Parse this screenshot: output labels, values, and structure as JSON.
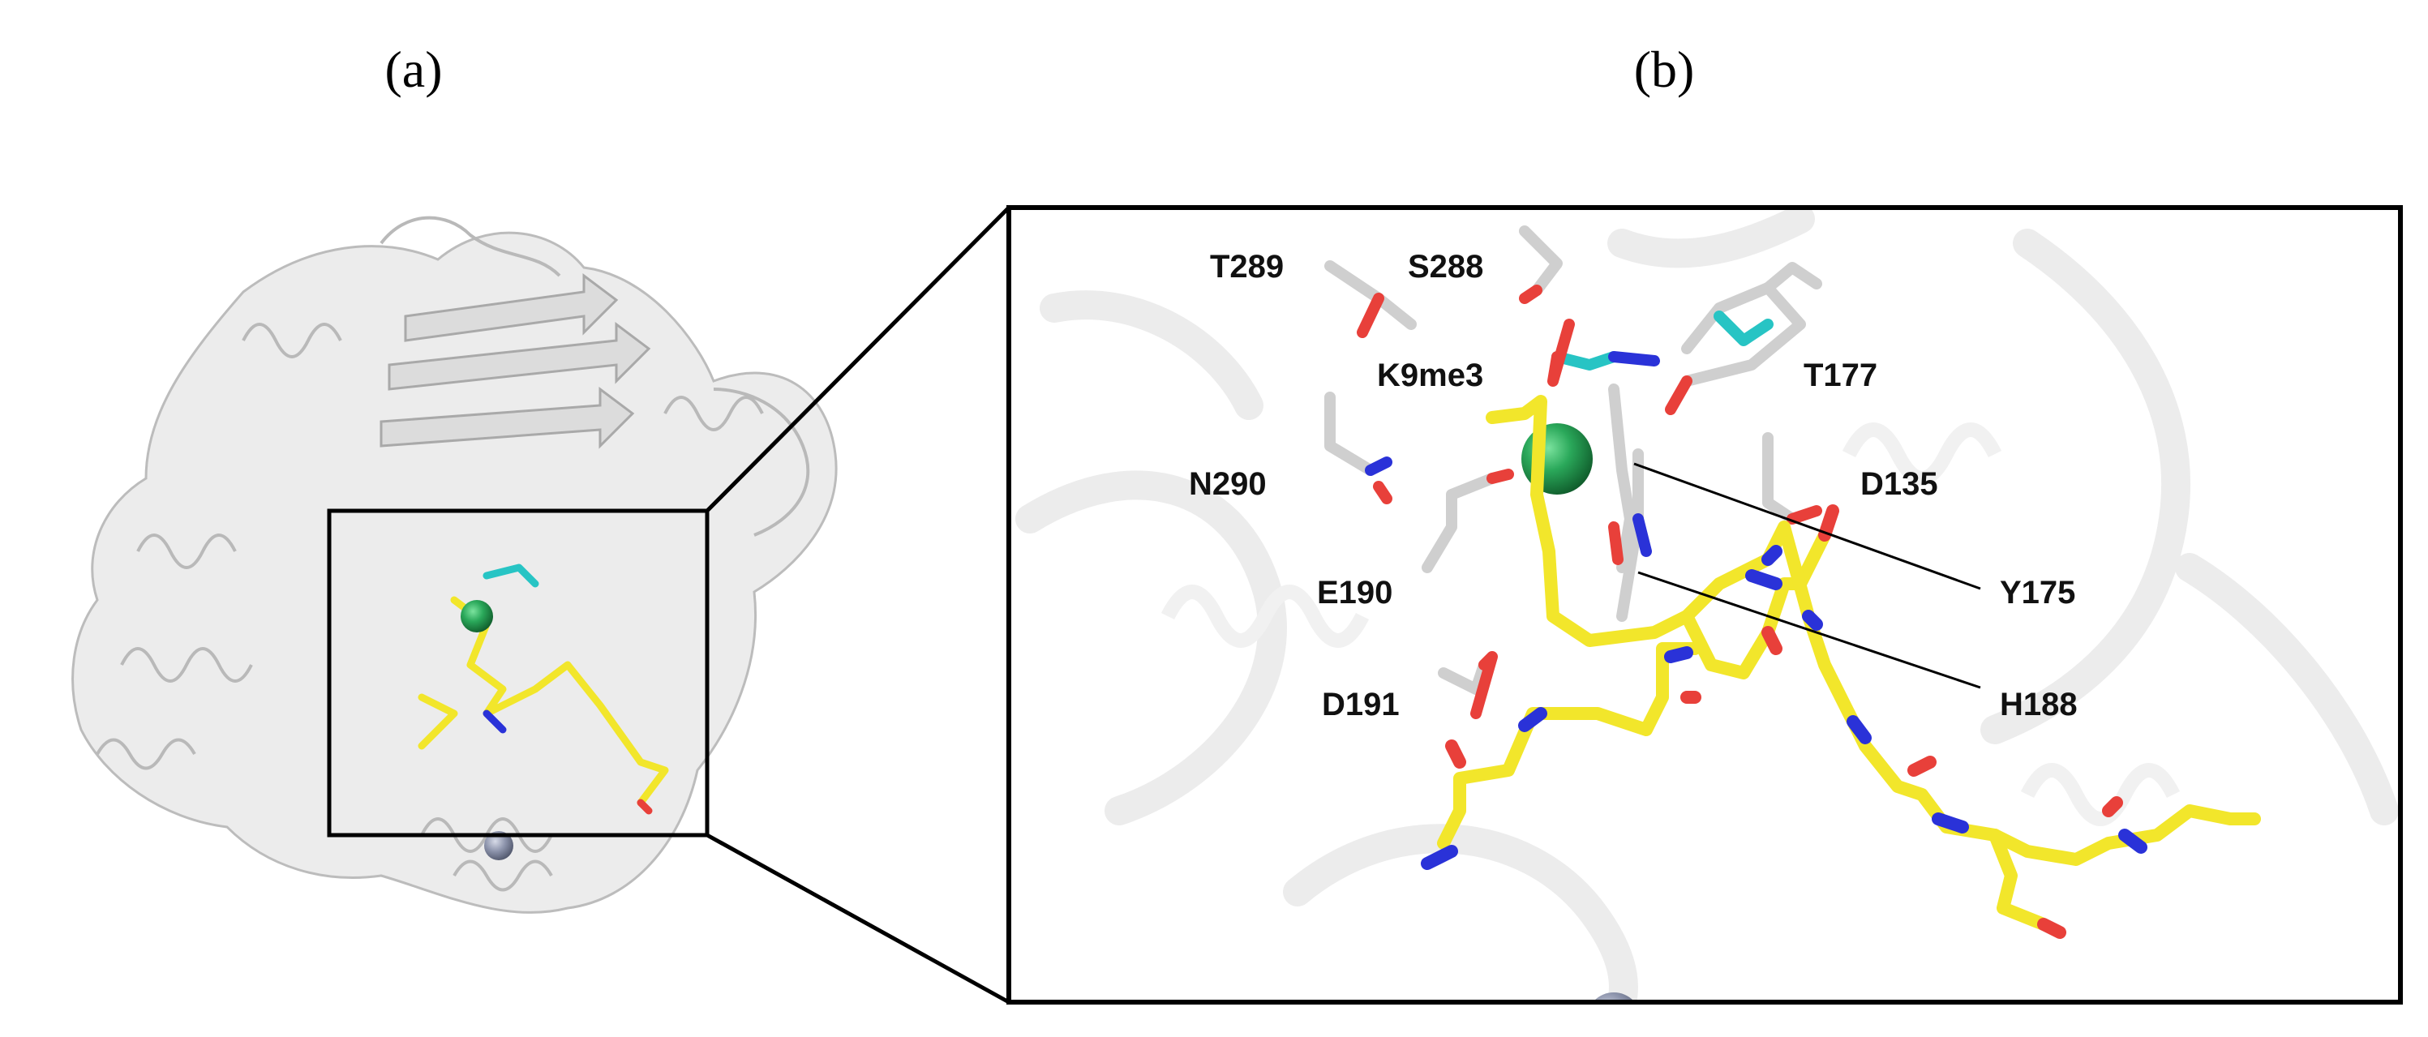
{
  "figure": {
    "panel_a_label": "(a)",
    "panel_b_label": "(b)",
    "residue_labels": {
      "t289": "T289",
      "s288": "S288",
      "k9me3": "K9me3",
      "t177": "T177",
      "n290": "N290",
      "d135": "D135",
      "e190": "E190",
      "y175": "Y175",
      "d191": "D191",
      "h188": "H188"
    },
    "colors": {
      "protein_cartoon": "#d4d4d4",
      "peptide_carbon": "#f2e62b",
      "nitrogen": "#2a32d8",
      "oxygen": "#e8403a",
      "trimethyl_lysine_carbon": "#27c4c4",
      "metal_ion_green": "#1f8f4a",
      "zinc_ion": "#8c93ab",
      "side_chain_carbon": "#cfcfcf",
      "zoom_box": "#000000"
    }
  }
}
